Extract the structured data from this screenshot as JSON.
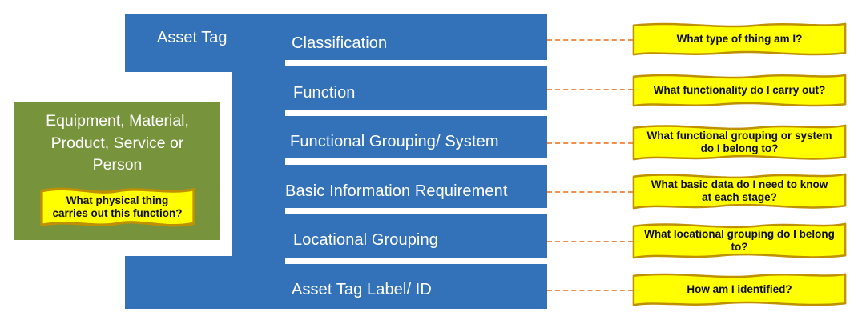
{
  "diagram": {
    "title_caption": "Asset Tag",
    "colors": {
      "blue": "#3371B8",
      "green": "#77933C",
      "ribbon_fill": "#FFFF00",
      "ribbon_border": "#BF9000",
      "connector": "#ED7D31",
      "row_text": "#FFFFFF",
      "ribbon_text": "#0D0D0D"
    },
    "left_card": {
      "title": "Equipment, Material, Product, Service or Person",
      "question_lines": [
        "What physical thing",
        "carries out this function?"
      ]
    },
    "rows": [
      {
        "label": "Classification"
      },
      {
        "label": "Function"
      },
      {
        "label": "Functional Grouping/ System"
      },
      {
        "label": "Basic Information Requirement"
      },
      {
        "label": "Locational Grouping"
      },
      {
        "label": "Asset Tag Label/ ID"
      }
    ],
    "questions": [
      {
        "lines": [
          "What type of thing am I?"
        ]
      },
      {
        "lines": [
          "What functionality do I carry out?"
        ]
      },
      {
        "lines": [
          "What functional grouping or system",
          "do I belong to?"
        ]
      },
      {
        "lines": [
          "What  basic data do I need to know",
          "at each stage?"
        ]
      },
      {
        "lines": [
          "What locational grouping do I belong",
          "to?"
        ]
      },
      {
        "lines": [
          "How am I identified?"
        ]
      }
    ]
  }
}
